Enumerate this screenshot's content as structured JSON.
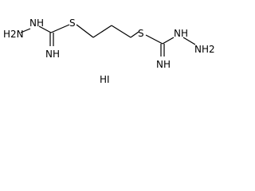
{
  "structure": {
    "left_group": {
      "amino_label": "H2N",
      "hydrazine_nh_label": "NH",
      "imine_label": "NH",
      "sulfur_label": "S"
    },
    "right_group": {
      "sulfur_label": "S",
      "imine_label": "NH",
      "hydrazine_nh_label": "NH",
      "amino_label": "NH2"
    },
    "salt_label": "HI"
  }
}
